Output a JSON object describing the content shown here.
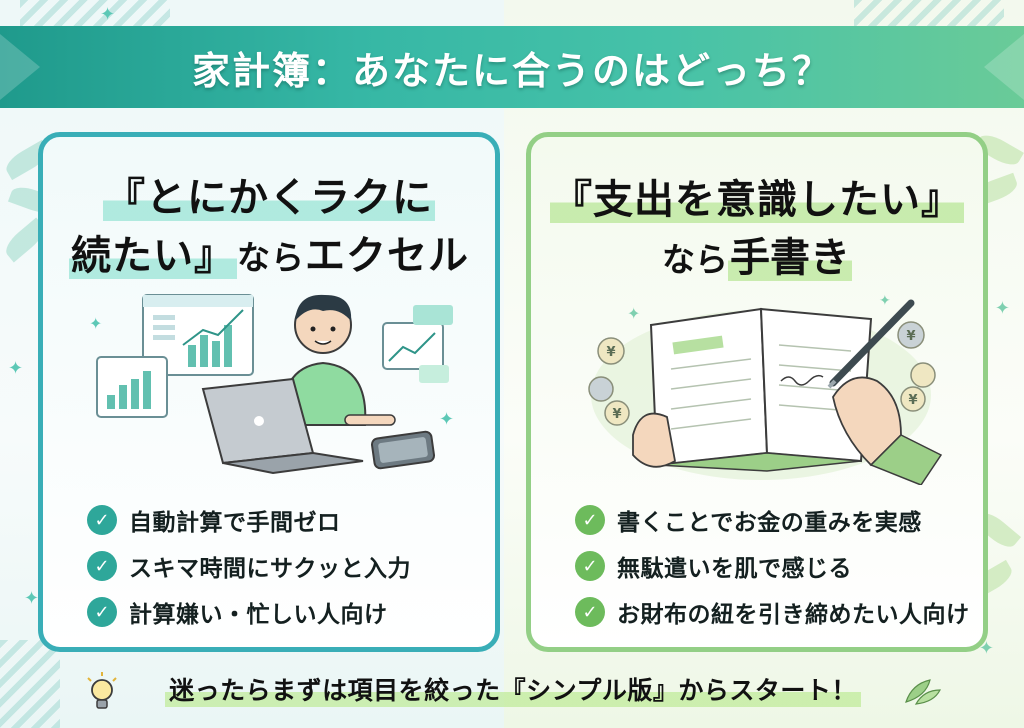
{
  "banner": {
    "title": "家計簿：あなたに合うのはどっち？"
  },
  "left_panel": {
    "heading_line1": "『とにかくラクに",
    "heading_line2_main": "続たい』",
    "heading_line2_suffix": "なら",
    "heading_line2_tail": "エクセル",
    "bullets": [
      "自動計算で手間ゼロ",
      "スキマ時間にサクッと入力",
      "計算嫌い・忙しい人向け"
    ]
  },
  "right_panel": {
    "heading_line1": "『支出を意識したい』",
    "heading_line2_prefix": "なら",
    "heading_line2_main": "手書き",
    "bullets": [
      "書くことでお金の重みを実感",
      "無駄遣いを肌で感じる",
      "お財布の紐を引き締めたい人向け"
    ]
  },
  "footer": {
    "text": "迷ったらまずは項目を絞った『シンプル版』からスタート！"
  },
  "coin_symbol": "¥",
  "icons": [
    "check-icon",
    "lightbulb-icon",
    "leaf-icon",
    "sparkle-icon",
    "laptop-icon",
    "notebook-icon",
    "pen-icon",
    "coin-icon",
    "smartphone-icon",
    "chart-window-icon"
  ],
  "colors": {
    "banner_start": "#1f9a8c",
    "banner_end": "#6acb98",
    "left_border": "#39aeb7",
    "right_border": "#93cf86",
    "check_teal": "#2ea79a",
    "check_green": "#6dbb5c"
  }
}
